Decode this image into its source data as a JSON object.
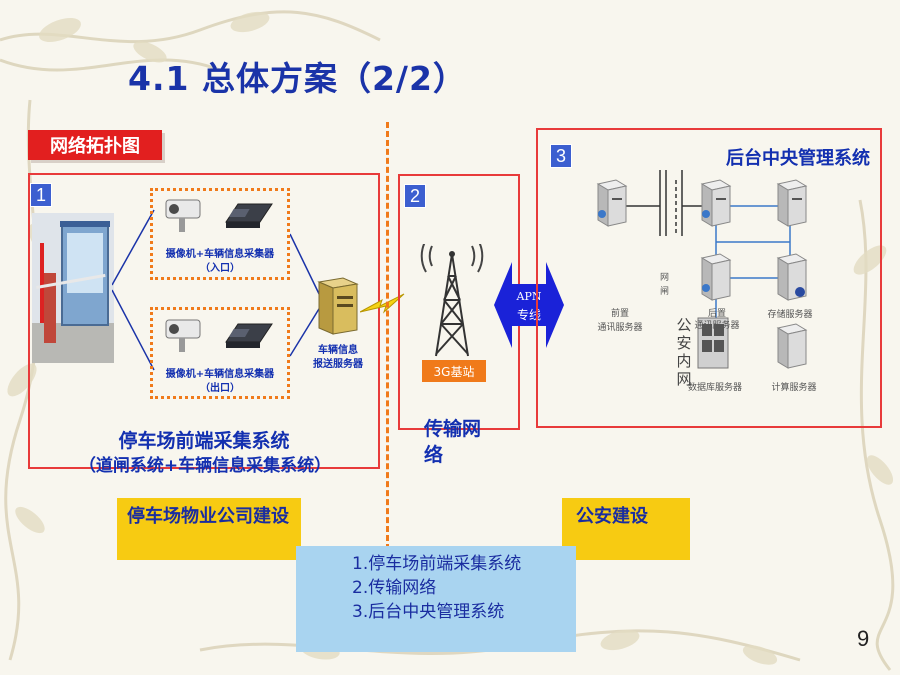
{
  "slide": {
    "title": "4.1 总体方案（2/2）",
    "section_tag": "网络拓扑图",
    "page_number": "9"
  },
  "zone1": {
    "number": "1",
    "entrance_label": "摄像机+车辆信息采集器",
    "entrance_sub": "（入口）",
    "exit_label": "摄像机+车辆信息采集器",
    "exit_sub": "（出口）",
    "server_label_line1": "车辆信息",
    "server_label_line2": "报送服务器",
    "system_name": "停车场前端采集系统",
    "system_sub": "（道闸系统+车辆信息采集系统）"
  },
  "zone2": {
    "number": "2",
    "base_station": "3G基站",
    "name_line1": "传输网",
    "name_line2": "络",
    "apn_line1": "APN",
    "apn_line2": "专线"
  },
  "zone3": {
    "number": "3",
    "title": "后台中央管理系统",
    "gate_line1": "网",
    "gate_line2": "闸",
    "front_server_line1": "前置",
    "front_server_line2": "通讯服务器",
    "back_server_line1": "后置",
    "back_server_line2": "通讯服务器",
    "storage_server": "存储服务器",
    "db_server": "数据库服务器",
    "compute_server": "计算服务器",
    "police_net": [
      "公",
      "安",
      "内",
      "网"
    ]
  },
  "builders": {
    "left": "停车场物业公司建设",
    "right": "公安建设"
  },
  "summary": [
    "1.停车场前端采集系统",
    "2.传输网络",
    "3.后台中央管理系统"
  ],
  "colors": {
    "title_blue": "#1a33a8",
    "frame_red": "#e83a3a",
    "tag_red": "#e21f1f",
    "dotted_orange": "#f07a1a",
    "yellow": "#f7cb12",
    "panel_blue": "#a9d4f0",
    "number_blue": "#3c5fd0"
  }
}
